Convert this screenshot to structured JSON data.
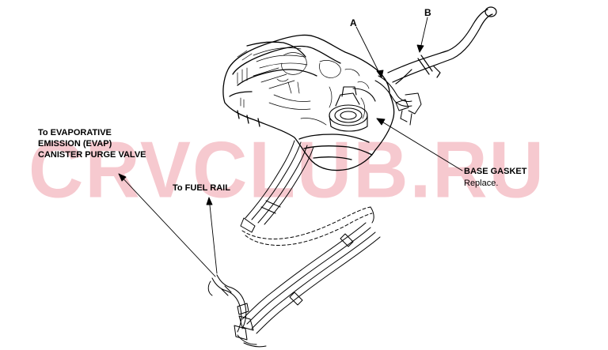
{
  "watermark": "CRVCLUB.RU",
  "labels": {
    "a": "A",
    "b": "B",
    "evap_line1": "To EVAPORATIVE",
    "evap_line2": "EMISSION (EVAP)",
    "evap_line3": "CANISTER PURGE VALVE",
    "fuel_rail": "To FUEL RAIL",
    "base_gasket": "BASE GASKET",
    "replace": "Replace."
  }
}
